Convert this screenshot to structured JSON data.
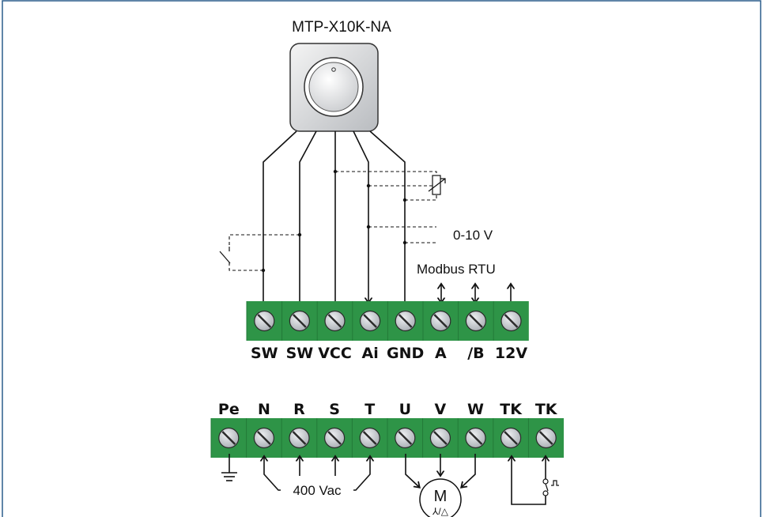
{
  "device": {
    "model": "MTP-X10K-NA"
  },
  "signals": {
    "voltage_range": "0-10 V",
    "bus_protocol": "Modbus RTU",
    "supply_voltage": "400 Vac",
    "motor_symbol": "M",
    "motor_connection": "⅄/△"
  },
  "control_terminals": [
    "SW",
    "SW",
    "VCC",
    "Ai",
    "GND",
    "A",
    "/B",
    "12V"
  ],
  "power_terminals": [
    "Pe",
    "N",
    "R",
    "S",
    "T",
    "U",
    "V",
    "W",
    "TK",
    "TK"
  ],
  "colors": {
    "terminal_green": "#2e9447",
    "screw_gray": "#c9ccd0",
    "frame_blue": "#2b5d8c"
  }
}
